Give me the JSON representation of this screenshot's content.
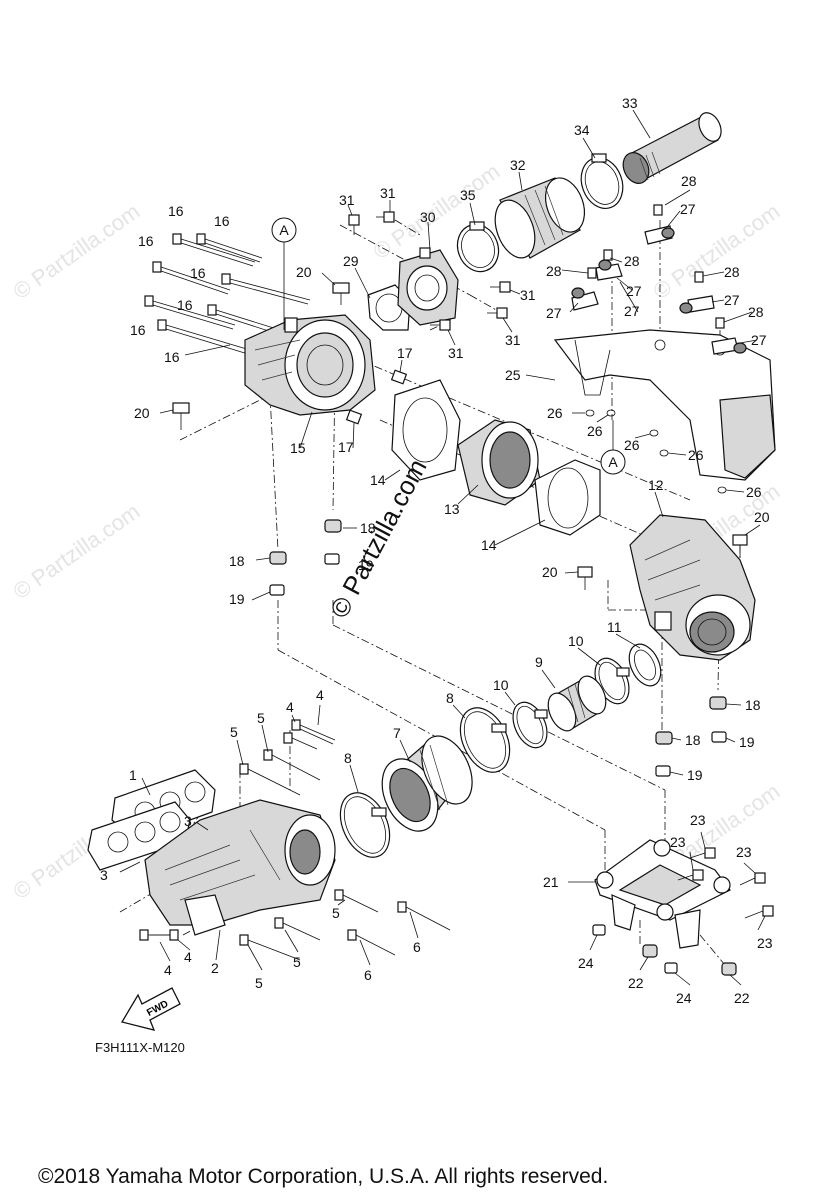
{
  "diagram": {
    "callouts": [
      "1",
      "2",
      "3",
      "4",
      "5",
      "6",
      "7",
      "8",
      "9",
      "10",
      "11",
      "12",
      "13",
      "14",
      "15",
      "16",
      "17",
      "18",
      "19",
      "20",
      "21",
      "22",
      "23",
      "24",
      "25",
      "26",
      "27",
      "28",
      "29",
      "30",
      "31",
      "32",
      "33",
      "34",
      "35"
    ],
    "view_marker": "A",
    "forward_arrow_label": "FWD",
    "drawing_code": "F3H111X-M120",
    "copyright": "©2018  Yamaha Motor Corporation, U.S.A. All rights reserved.",
    "watermark": "© Partzilla.com",
    "faint_watermark": "© Partzilla.com"
  }
}
